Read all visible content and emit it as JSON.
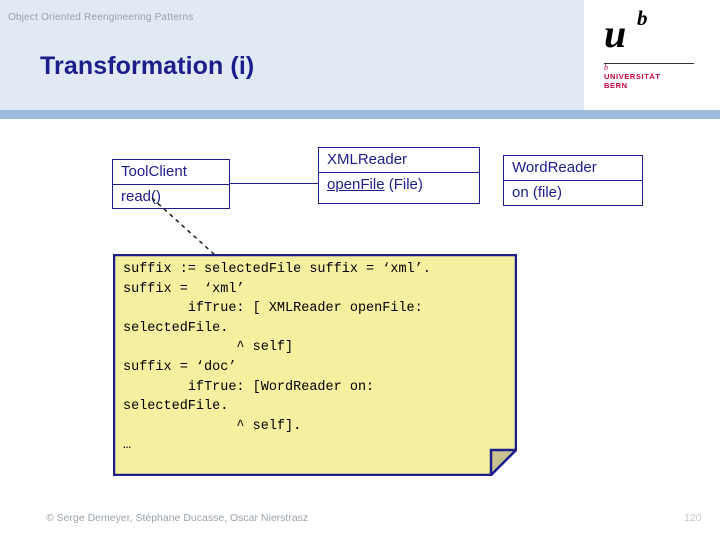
{
  "header": {
    "eyebrow": "Object Oriented Reengineering Patterns",
    "title": "Transformation (i)"
  },
  "logo": {
    "main_letter": "u",
    "superscript": "b",
    "tiny_mark": "b",
    "line1": "UNIVERSITÄT",
    "line2": "BERN",
    "accent_color": "#c8003c"
  },
  "diagram": {
    "classes": [
      {
        "name": "ToolClient",
        "member": "read()",
        "member_underlined": false
      },
      {
        "name": "XMLReader",
        "member_underlined_part": "openFile",
        "member_rest": " (File)"
      },
      {
        "name": "WordReader",
        "member": "on (file)",
        "member_underlined": false
      }
    ],
    "border_color": "#1d1d8c"
  },
  "note": {
    "fill_color": "#f4f0a0",
    "border_color": "#1d1d8c",
    "fold_color": "#c8c291",
    "code": "suffix := selectedFile suffix = ‘xml’.\nsuffix =  ‘xml’\n        ifTrue: [ XMLReader openFile:\nselectedFile.\n              ^ self]\nsuffix = ‘doc’\n        ifTrue: [WordReader on:\nselectedFile.\n              ^ self].\n…"
  },
  "footer": {
    "credit": "© Serge Demeyer, Stéphane Ducasse, Oscar Nierstrasz",
    "page_number": "120"
  }
}
